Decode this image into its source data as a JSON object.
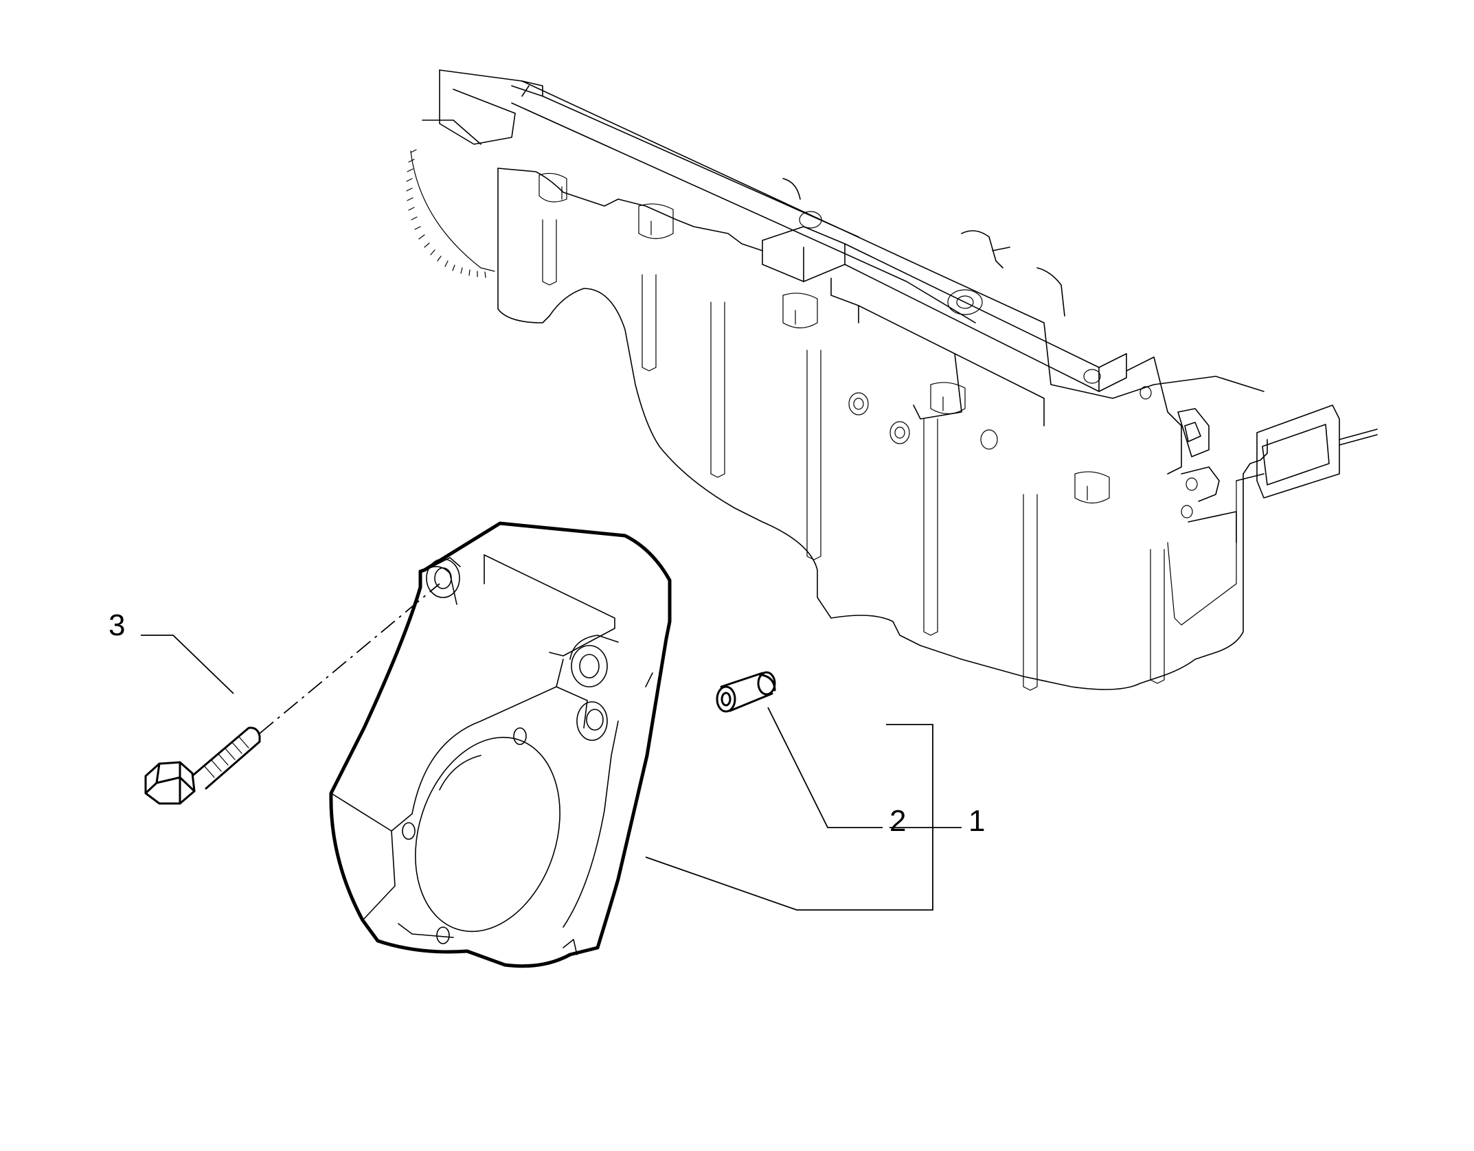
{
  "callouts": {
    "part1": "1",
    "part2": "2",
    "part3": "3"
  },
  "colors": {
    "background": "#ffffff",
    "line": "#000000"
  }
}
